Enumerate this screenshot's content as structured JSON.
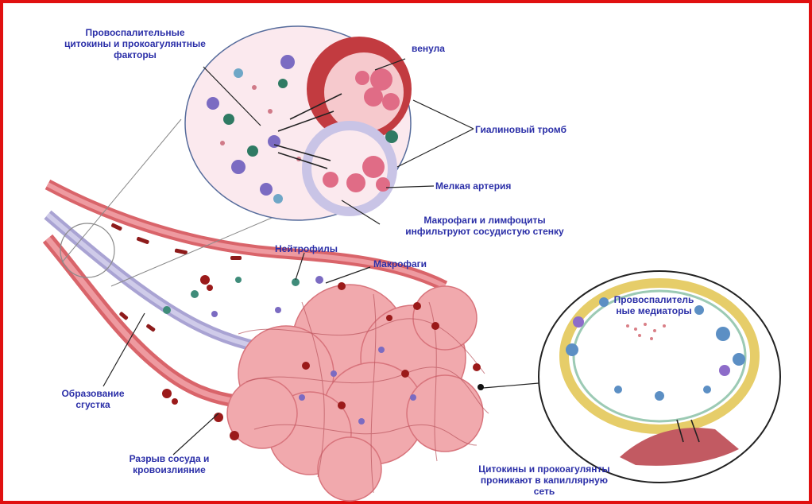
{
  "colors": {
    "frame": "#e01010",
    "label_text": "#2b2fa8",
    "vessel_red": "#d9646a",
    "vessel_blue": "#a9a3d3",
    "lung_tissue": "#f1a9ad",
    "bubble_fill": "#fbe9ee"
  },
  "labels": {
    "cytokines_top": [
      "Провоспалительные",
      "цитокины и прокоагулянтные",
      "факторы"
    ],
    "venule": "венула",
    "hyaline_thrombus": "Гиалиновый тромб",
    "small_artery": "Мелкая артерия",
    "macrophages_lymphocytes": [
      "Макрофаги и лимфоциты",
      "инфильтруют сосудистую стенку"
    ],
    "neutrophils": "Нейтрофилы",
    "macrophages": "Макрофаги",
    "clot_formation": [
      "Образование",
      "сгустка"
    ],
    "vessel_rupture": [
      "Разрыв сосуда и",
      "кровоизлияние"
    ],
    "mediators": [
      "Провоспалитель",
      "ные медиаторы"
    ],
    "cytokines_capillary": [
      "Цитокины и прокоагулянты",
      "проникают в капиллярную",
      "сеть"
    ]
  }
}
